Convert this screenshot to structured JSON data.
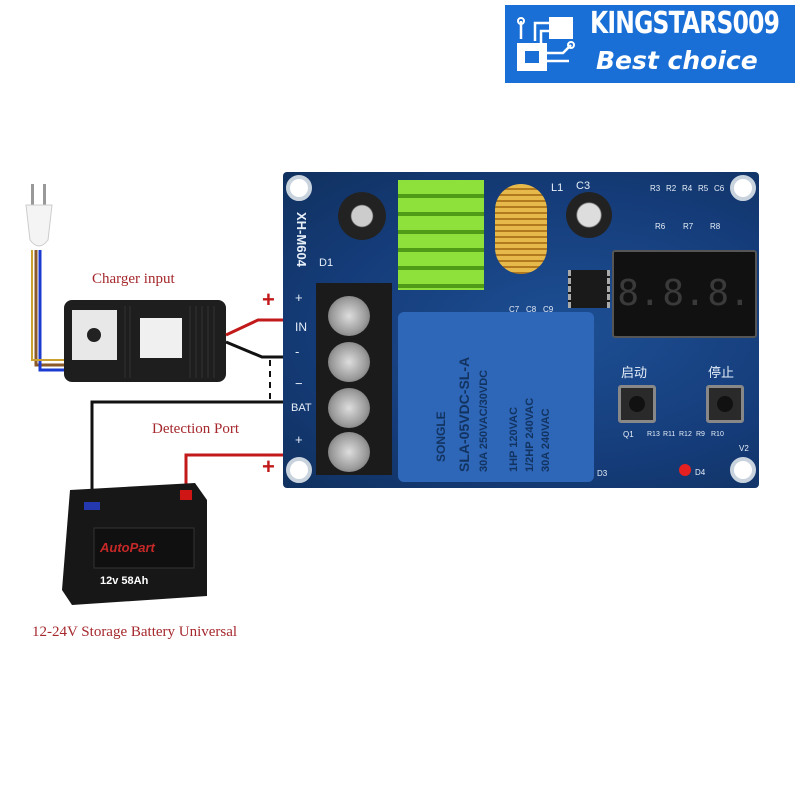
{
  "logo": {
    "brand": "KINGSTARS009",
    "tagline": "Best choice"
  },
  "labels": {
    "charger_input": "Charger input",
    "detection_port": "Detection Port",
    "battery": "12-24V Storage Battery Universal",
    "plus": "+",
    "minus": "−"
  },
  "board": {
    "model": "XH-M604",
    "terminal_labels": [
      "+",
      "IN",
      "-",
      "−",
      "BAT",
      "+"
    ],
    "display_digits": [
      "8.",
      "8.",
      "8."
    ],
    "start_button": "启动",
    "stop_button": "停止",
    "silkscreen": [
      "D1",
      "L1",
      "C3",
      "R3",
      "R2",
      "R4",
      "R5",
      "C6",
      "R6",
      "R7",
      "R8",
      "C7",
      "C8",
      "C9",
      "Q1",
      "R13",
      "R11",
      "R12",
      "R9",
      "R10",
      "V2",
      "D3",
      "D4"
    ],
    "relay_text": [
      "SONGLE",
      "SLA-05VDC-SL-A",
      "30A 250VAC/30VDC",
      "1HP 120VAC",
      "1/2HP 240VAC",
      "30A 240VAC"
    ]
  },
  "battery": {
    "brand": "AutoPart",
    "rating": "12v 58Ah"
  },
  "colors": {
    "accent": "#a5282d",
    "banner": "#1a6fd6",
    "board": "#153c79"
  }
}
